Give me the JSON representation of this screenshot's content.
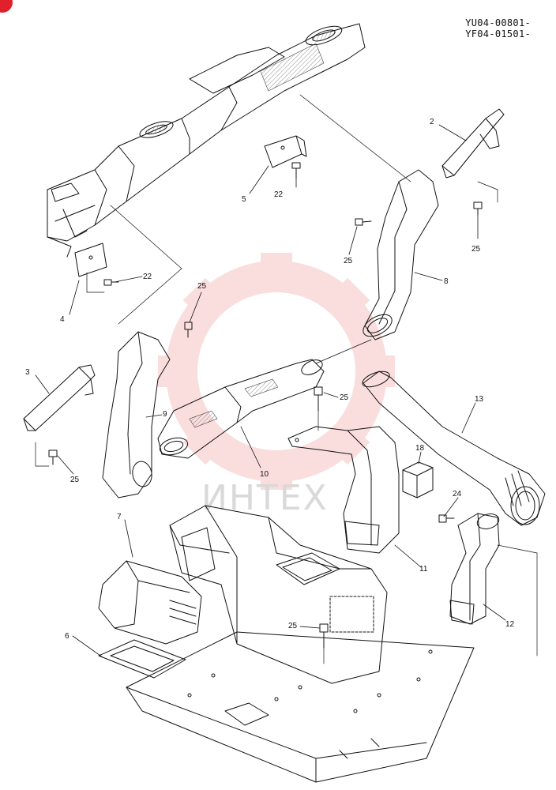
{
  "header": {
    "serials": [
      "YU04-00801-",
      "YF04-01501-"
    ]
  },
  "watermark": {
    "text": "ИНТЕХ",
    "color": "#f2a3a3"
  },
  "callouts": [
    {
      "id": "c2",
      "text": "2"
    },
    {
      "id": "c3",
      "text": "3"
    },
    {
      "id": "c4",
      "text": "4"
    },
    {
      "id": "c5",
      "text": "5"
    },
    {
      "id": "c6",
      "text": "6"
    },
    {
      "id": "c7",
      "text": "7"
    },
    {
      "id": "c8",
      "text": "8"
    },
    {
      "id": "c9",
      "text": "9"
    },
    {
      "id": "c10",
      "text": "10"
    },
    {
      "id": "c11",
      "text": "11"
    },
    {
      "id": "c12",
      "text": "12"
    },
    {
      "id": "c13",
      "text": "13"
    },
    {
      "id": "c18",
      "text": "18"
    },
    {
      "id": "c22a",
      "text": "22"
    },
    {
      "id": "c22b",
      "text": "22"
    },
    {
      "id": "c24",
      "text": "24"
    },
    {
      "id": "c25a",
      "text": "25"
    },
    {
      "id": "c25b",
      "text": "25"
    },
    {
      "id": "c25c",
      "text": "25"
    },
    {
      "id": "c25d",
      "text": "25"
    },
    {
      "id": "c25e",
      "text": "25"
    },
    {
      "id": "c25f",
      "text": "25"
    }
  ]
}
